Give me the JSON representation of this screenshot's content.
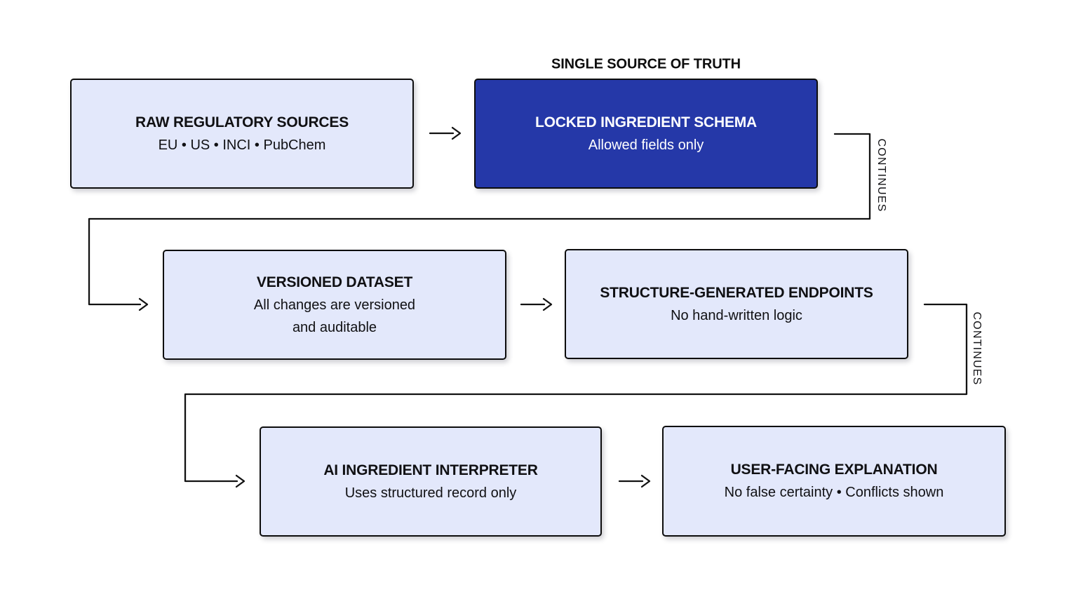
{
  "diagram": {
    "type": "flowchart",
    "background": "#ffffff",
    "colors": {
      "node_fill": "#e3e8fb",
      "node_fill_highlight": "#2538a8",
      "node_border": "#0d0d0d",
      "node_text": "#101013",
      "node_text_highlight": "#ffffff",
      "connector_line": "#121212"
    },
    "caption_above_schema": "SINGLE SOURCE OF TRUTH",
    "nodes": [
      {
        "id": "raw-regulatory-sources",
        "title": "RAW REGULATORY SOURCES",
        "subtitle": "EU • US • INCI • PubChem",
        "highlighted": false
      },
      {
        "id": "locked-ingredient-schema",
        "title": "LOCKED INGREDIENT SCHEMA",
        "subtitle": "Allowed fields only",
        "highlighted": true
      },
      {
        "id": "versioned-dataset",
        "title": "VERSIONED DATASET",
        "subtitle_lines": [
          "All changes are versioned",
          "and auditable"
        ],
        "highlighted": false
      },
      {
        "id": "structure-generated-endpoints",
        "title": "STRUCTURE-GENERATED ENDPOINTS",
        "subtitle": "No hand-written logic",
        "highlighted": false
      },
      {
        "id": "ai-ingredient-interpreter",
        "title": "AI INGREDIENT INTERPRETER",
        "subtitle": "Uses structured record only",
        "highlighted": false
      },
      {
        "id": "user-facing-explanation",
        "title": "USER-FACING EXPLANATION",
        "subtitle": "No false certainty • Conflicts shown",
        "highlighted": false
      }
    ],
    "edges": [
      {
        "from": "raw-regulatory-sources",
        "to": "locked-ingredient-schema",
        "label": ""
      },
      {
        "from": "locked-ingredient-schema",
        "to": "versioned-dataset",
        "label": "CONTINUES"
      },
      {
        "from": "versioned-dataset",
        "to": "structure-generated-endpoints",
        "label": ""
      },
      {
        "from": "structure-generated-endpoints",
        "to": "ai-ingredient-interpreter",
        "label": "CONTINUES"
      },
      {
        "from": "ai-ingredient-interpreter",
        "to": "user-facing-explanation",
        "label": ""
      }
    ]
  }
}
